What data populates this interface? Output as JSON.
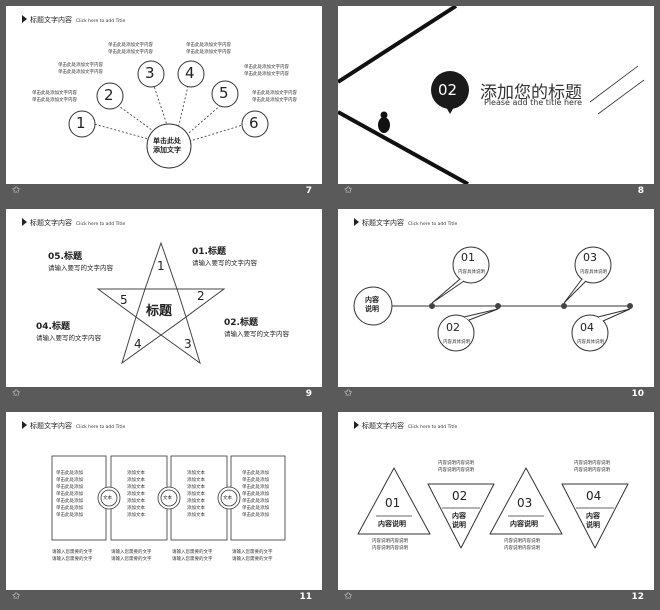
{
  "header": {
    "title": "标题文字内容",
    "subtitle": "Click here to add Title"
  },
  "footer_pages": [
    "7",
    "8",
    "9",
    "10",
    "11",
    "12"
  ],
  "slide7": {
    "nums": [
      "1",
      "2",
      "3",
      "4",
      "5",
      "6"
    ],
    "center": [
      "单击此处",
      "添加文字"
    ],
    "label": "单击此处添加文字内容"
  },
  "slide8": {
    "num": "02",
    "title": "添加您的标题",
    "subtitle": "Please add the title here"
  },
  "slide9": {
    "center": "标题",
    "nums": [
      "1",
      "2",
      "3",
      "4",
      "5"
    ],
    "items": [
      {
        "title": "01.标题",
        "desc": "请输入要写的文字内容"
      },
      {
        "title": "02.标题",
        "desc": "请输入要写的文字内容"
      },
      {
        "title": "04.标题",
        "desc": "请输入要写的文字内容"
      },
      {
        "title": "05.标题",
        "desc": "请输入要写的文字内容"
      }
    ]
  },
  "slide10": {
    "start": [
      "内容",
      "说明"
    ],
    "nodes": [
      "01",
      "02",
      "03",
      "04"
    ],
    "node_text": "内容具体说明"
  },
  "slide11": {
    "box_text_a": "单击此处添加",
    "box_text_b": "添加文本",
    "circle": "文本",
    "caption": "请输入您需要的文字"
  },
  "slide12": {
    "nums": [
      "01",
      "02",
      "03",
      "04"
    ],
    "label": "内容说明",
    "label_split": [
      "内容",
      "说明"
    ],
    "desc": "内容说明内容说明"
  }
}
